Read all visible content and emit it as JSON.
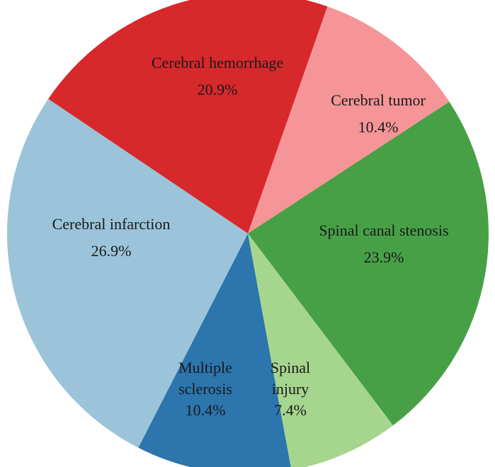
{
  "chart_data": {
    "type": "pie",
    "slices": [
      {
        "name": "Cerebral hemorrhage",
        "label_lines": [
          "Cerebral hemorrhage"
        ],
        "value": 20.9,
        "value_label": "20.9%",
        "color": "#d7282c"
      },
      {
        "name": "Cerebral tumor",
        "label_lines": [
          "Cerebral tumor"
        ],
        "value": 10.4,
        "value_label": "10.4%",
        "color": "#f59597"
      },
      {
        "name": "Spinal canal stenosis",
        "label_lines": [
          "Spinal canal stenosis"
        ],
        "value": 23.9,
        "value_label": "23.9%",
        "color": "#47a046"
      },
      {
        "name": "Spinal injury",
        "label_lines": [
          "Spinal",
          "injury"
        ],
        "value": 7.4,
        "value_label": "7.4%",
        "color": "#a6d58e"
      },
      {
        "name": "Multiple sclerosis",
        "label_lines": [
          "Multiple",
          "sclerosis"
        ],
        "value": 10.4,
        "value_label": "10.4%",
        "color": "#2c75ad"
      },
      {
        "name": "Cerebral infarction",
        "label_lines": [
          "Cerebral infarction"
        ],
        "value": 26.9,
        "value_label": "26.9%",
        "color": "#9bc4da"
      }
    ]
  }
}
